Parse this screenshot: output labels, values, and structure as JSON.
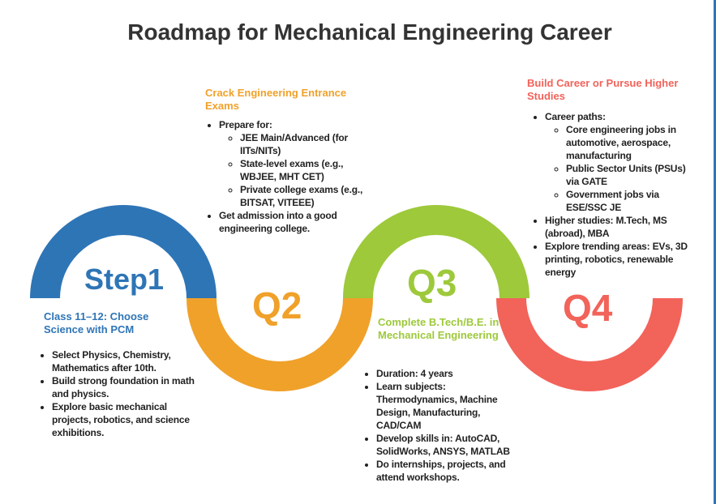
{
  "title": "Roadmap for Mechanical Engineering Career",
  "colors": {
    "step1": "#2e75b6",
    "q2": "#f0a12a",
    "q3": "#9dc93b",
    "q4": "#f2635a",
    "text": "#222222",
    "title": "#333333"
  },
  "stages": {
    "step1": {
      "label": "Step1",
      "heading": "Class 11–12: Choose Science with PCM",
      "bullets": [
        "Select Physics, Chemistry, Mathematics after 10th.",
        "Build strong foundation in math and physics.",
        "Explore basic mechanical projects, robotics, and science exhibitions."
      ]
    },
    "q2": {
      "label": "Q2",
      "heading": "Crack Engineering Entrance Exams",
      "prepare": "Prepare for:",
      "exams": [
        "JEE Main/Advanced (for IITs/NITs)",
        "State-level exams (e.g., WBJEE, MHT CET)",
        "Private college exams (e.g., BITSAT, VITEEE)"
      ],
      "admission": "Get admission into a good engineering college."
    },
    "q3": {
      "label": "Q3",
      "heading": "Complete B.Tech/B.E. in Mechanical Engineering",
      "bullets": [
        "Duration: 4 years",
        "Learn subjects: Thermodynamics, Machine Design, Manufacturing, CAD/CAM",
        "Develop skills in: AutoCAD, SolidWorks, ANSYS, MATLAB",
        "Do internships, projects, and attend workshops."
      ]
    },
    "q4": {
      "label": "Q4",
      "heading": "Build Career or Pursue Higher Studies",
      "career_paths": "Career paths:",
      "paths": [
        "Core engineering jobs in automotive, aerospace, manufacturing",
        "Public Sector Units (PSUs) via GATE",
        "Government jobs via ESE/SSC JE"
      ],
      "higher": "Higher studies: M.Tech, MS (abroad), MBA",
      "trending": "Explore trending areas: EVs, 3D printing, robotics, renewable energy"
    }
  }
}
